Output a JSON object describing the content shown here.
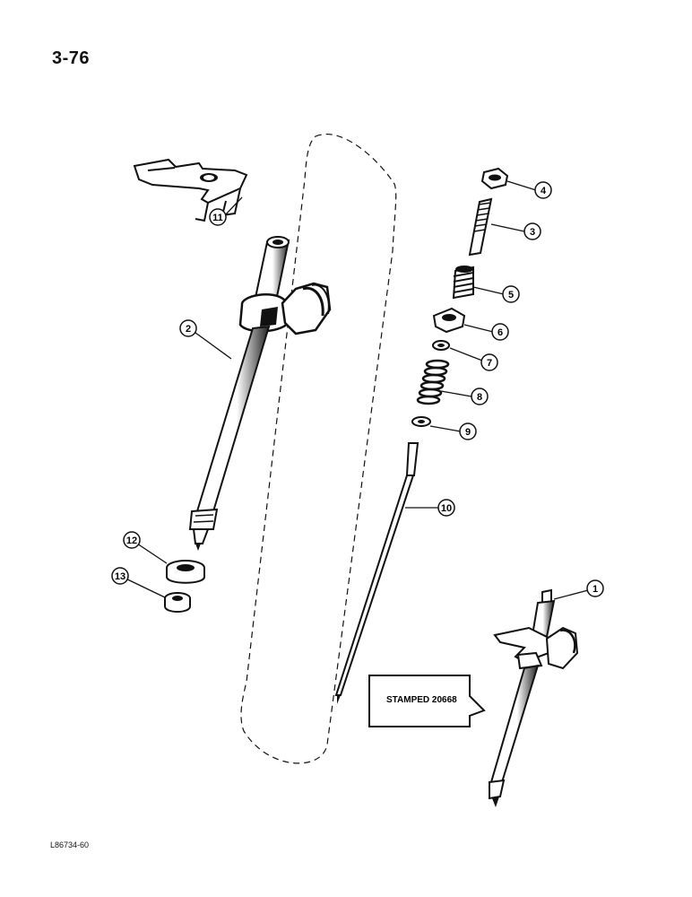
{
  "page": {
    "number": "3-76",
    "reference": "L86734-60"
  },
  "callout": {
    "label": "STAMPED 20668"
  },
  "parts": [
    {
      "id": "1",
      "label": "1"
    },
    {
      "id": "2",
      "label": "2"
    },
    {
      "id": "3",
      "label": "3"
    },
    {
      "id": "4",
      "label": "4"
    },
    {
      "id": "5",
      "label": "5"
    },
    {
      "id": "6",
      "label": "6"
    },
    {
      "id": "7",
      "label": "7"
    },
    {
      "id": "8",
      "label": "8"
    },
    {
      "id": "9",
      "label": "9"
    },
    {
      "id": "10",
      "label": "10"
    },
    {
      "id": "11",
      "label": "11"
    },
    {
      "id": "12",
      "label": "12"
    },
    {
      "id": "13",
      "label": "13"
    }
  ]
}
